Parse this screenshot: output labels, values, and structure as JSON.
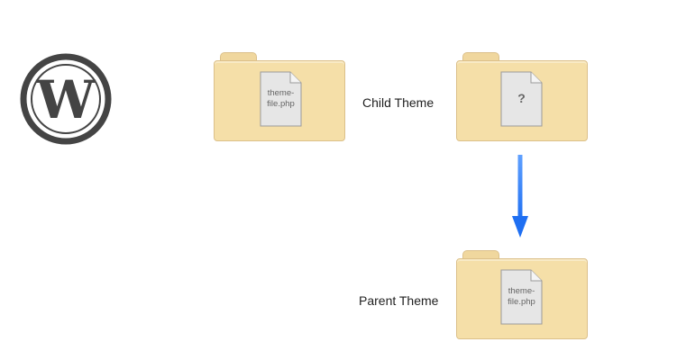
{
  "logo": {
    "name": "wordpress-logo",
    "color": "#444444"
  },
  "child_folder_label": "Child Theme",
  "parent_folder_label": "Parent Theme",
  "left_folder_file": {
    "line1": "theme-",
    "line2": "file.php"
  },
  "child_folder_file": {
    "text": "?"
  },
  "parent_folder_file": {
    "line1": "theme-",
    "line2": "file.php"
  },
  "colors": {
    "folder_fill": "#f5dfa8",
    "folder_border": "#dcc08a",
    "document_fill": "#e6e6e6",
    "arrow": "#2f7df6",
    "logo": "#444444"
  }
}
